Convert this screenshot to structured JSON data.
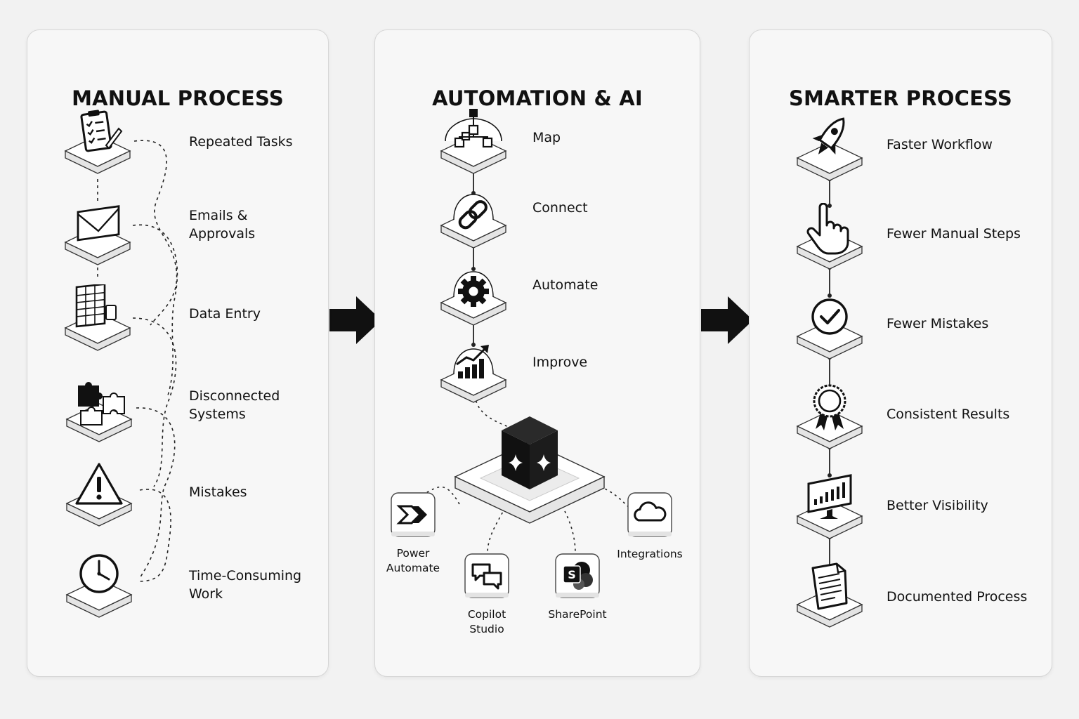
{
  "manual": {
    "title": "MANUAL PROCESS",
    "items": [
      {
        "label": "Repeated Tasks",
        "icon": "clipboard-checklist-icon"
      },
      {
        "label": "Emails &\nApprovals",
        "icon": "envelope-icon"
      },
      {
        "label": "Data Entry",
        "icon": "spreadsheet-icon"
      },
      {
        "label": "Disconnected\nSystems",
        "icon": "puzzle-pieces-icon"
      },
      {
        "label": "Mistakes",
        "icon": "warning-triangle-icon"
      },
      {
        "label": "Time-Consuming\nWork",
        "icon": "clock-icon"
      }
    ]
  },
  "automation": {
    "title": "AUTOMATION & AI",
    "steps": [
      {
        "label": "Map",
        "icon": "flowchart-icon"
      },
      {
        "label": "Connect",
        "icon": "chain-link-icon"
      },
      {
        "label": "Automate",
        "icon": "gear-icon"
      },
      {
        "label": "Improve",
        "icon": "growth-chart-icon"
      }
    ],
    "hub_icon": "ai-sparkle-cube-icon",
    "tools": [
      {
        "label": "Power\nAutomate",
        "icon": "power-automate-icon"
      },
      {
        "label": "Copilot\nStudio",
        "icon": "chat-bubbles-icon"
      },
      {
        "label": "SharePoint",
        "icon": "sharepoint-icon"
      },
      {
        "label": "Integrations",
        "icon": "cloud-icon"
      }
    ]
  },
  "smarter": {
    "title": "SMARTER PROCESS",
    "items": [
      {
        "label": "Faster Workflow",
        "icon": "rocket-icon"
      },
      {
        "label": "Fewer Manual Steps",
        "icon": "pointer-hand-icon"
      },
      {
        "label": "Fewer Mistakes",
        "icon": "check-circle-icon"
      },
      {
        "label": "Consistent Results",
        "icon": "award-ribbon-icon"
      },
      {
        "label": "Better Visibility",
        "icon": "monitor-chart-icon"
      },
      {
        "label": "Documented Process",
        "icon": "document-icon"
      }
    ]
  },
  "colors": {
    "background": "#f2f2f2",
    "panel": "#f7f7f7",
    "ink": "#111111",
    "tile": "#ffffff"
  }
}
